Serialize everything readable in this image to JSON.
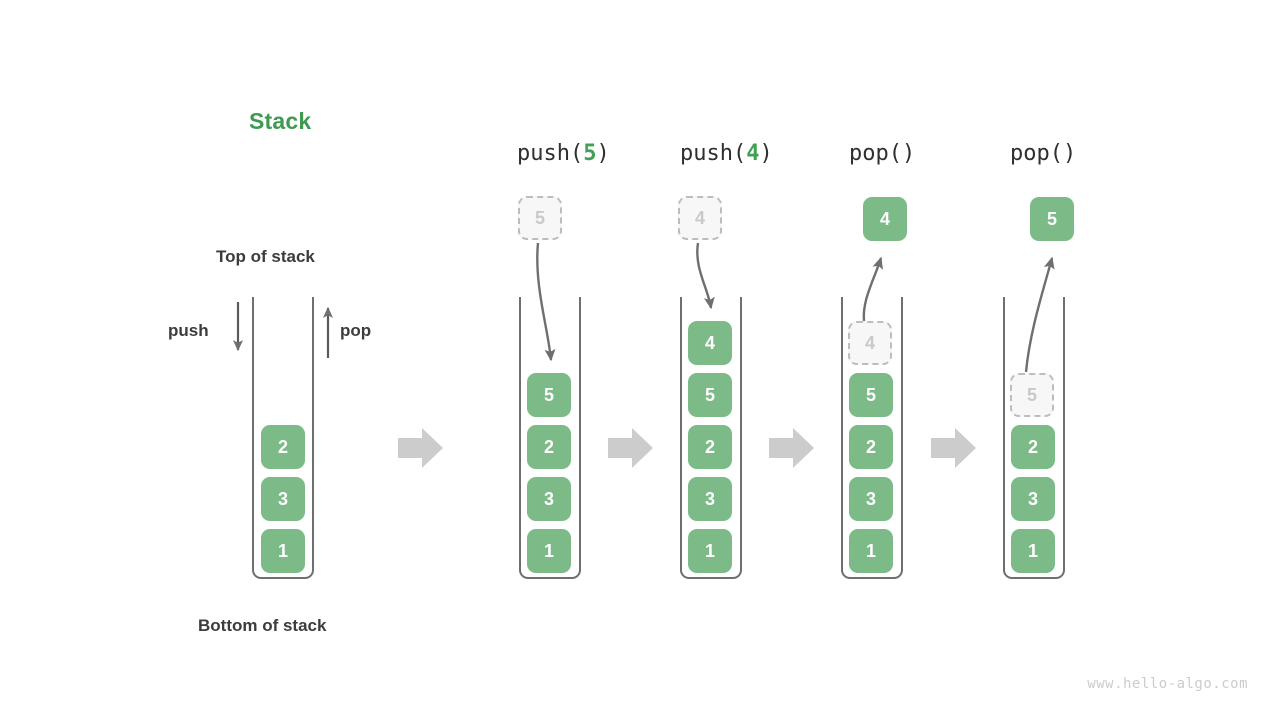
{
  "title": "Stack",
  "labels": {
    "top_of_stack": "Top of stack",
    "bottom_of_stack": "Bottom of stack",
    "push": "push",
    "pop": "pop"
  },
  "watermark": "www.hello-algo.com",
  "colors": {
    "accent_green": "#41a053",
    "cell_green": "#7cba88",
    "ghost_fill": "#f7f7f7",
    "ghost_border": "#bdbdbd",
    "ghost_text": "#c9c9c9",
    "arrow_gray": "#6f6f6f",
    "transition_arrow": "#cccccc",
    "text_dark": "#3c3c3c",
    "watermark": "#cccccc"
  },
  "chart_data": {
    "type": "diagram",
    "title": "Stack",
    "description": "Stack push and pop operation sequence",
    "steps": [
      {
        "id": "initial",
        "caption": null,
        "caption_prefix": null,
        "caption_arg": null,
        "caption_suffix": null,
        "stack": [
          "2",
          "3",
          "1"
        ],
        "floating_cell": null,
        "ghost_cell": null
      },
      {
        "id": "push-5",
        "caption": "push(5)",
        "caption_prefix": "push(",
        "caption_arg": "5",
        "caption_suffix": ")",
        "stack": [
          "5",
          "2",
          "3",
          "1"
        ],
        "floating_cell": {
          "value": "5",
          "style": "ghost"
        },
        "ghost_cell": null
      },
      {
        "id": "push-4",
        "caption": "push(4)",
        "caption_prefix": "push(",
        "caption_arg": "4",
        "caption_suffix": ")",
        "stack": [
          "4",
          "5",
          "2",
          "3",
          "1"
        ],
        "floating_cell": {
          "value": "4",
          "style": "ghost"
        },
        "ghost_cell": null
      },
      {
        "id": "pop-1",
        "caption": "pop()",
        "caption_prefix": "pop(",
        "caption_arg": "",
        "caption_suffix": ")",
        "stack": [
          "5",
          "2",
          "3",
          "1"
        ],
        "floating_cell": {
          "value": "4",
          "style": "filled"
        },
        "ghost_cell": {
          "value": "4",
          "slot": 0
        }
      },
      {
        "id": "pop-2",
        "caption": "pop()",
        "caption_prefix": "pop(",
        "caption_arg": "",
        "caption_suffix": ")",
        "stack": [
          "2",
          "3",
          "1"
        ],
        "floating_cell": {
          "value": "5",
          "style": "filled"
        },
        "ghost_cell": {
          "value": "5",
          "slot": 1
        }
      }
    ],
    "cells": {
      "initial": [
        "2",
        "3",
        "1"
      ],
      "after_push_5": [
        "5",
        "2",
        "3",
        "1"
      ],
      "after_push_4": [
        "4",
        "5",
        "2",
        "3",
        "1"
      ],
      "after_pop_1": [
        "5",
        "2",
        "3",
        "1"
      ],
      "after_pop_2": [
        "2",
        "3",
        "1"
      ]
    }
  }
}
